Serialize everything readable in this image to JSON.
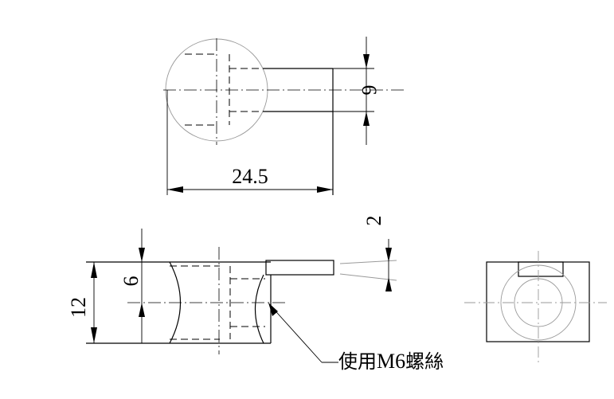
{
  "dimensions": {
    "length": "24.5",
    "top_width": "6",
    "slot_gap": "2",
    "height": "12",
    "groove_depth": "6"
  },
  "note": {
    "prefix": "使用",
    "thread": "M6",
    "suffix": "螺絲"
  }
}
